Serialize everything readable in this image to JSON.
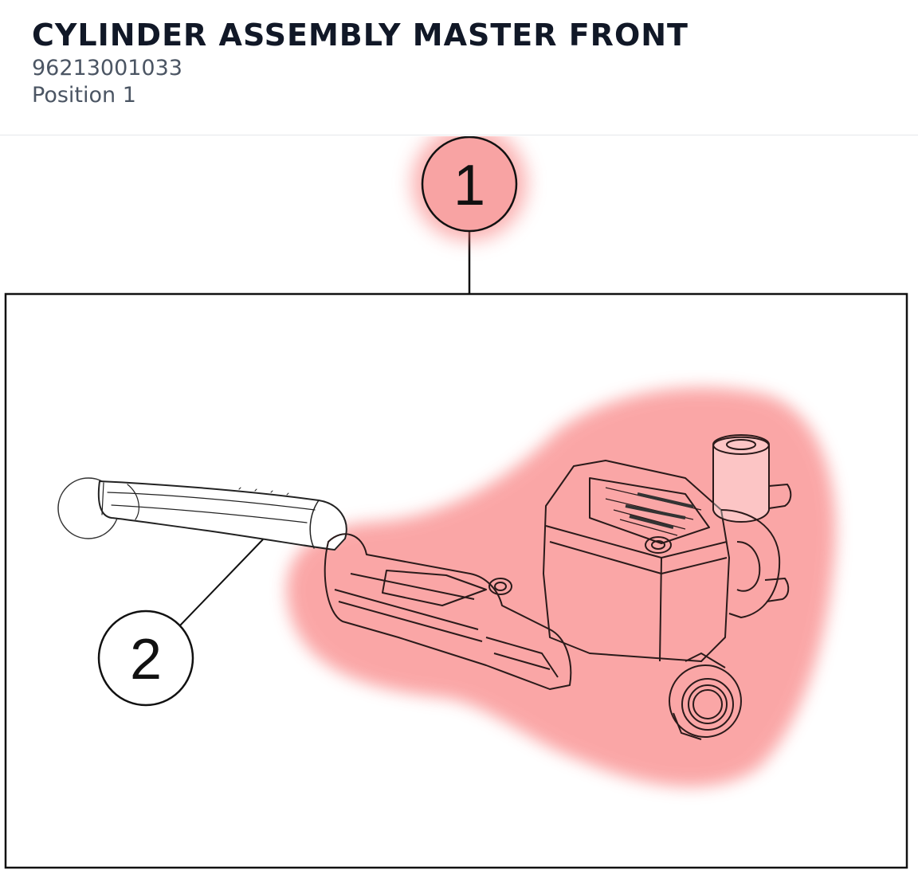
{
  "header": {
    "title": "CYLINDER ASSEMBLY MASTER FRONT",
    "part_number": "96213001033",
    "position": "Position 1"
  },
  "diagram": {
    "callouts": [
      {
        "label": "1",
        "highlighted": true
      },
      {
        "label": "2",
        "highlighted": false
      }
    ]
  },
  "colors": {
    "highlight": "#f87171",
    "line": "#111111",
    "title": "#111827",
    "subtitle": "#4b5563"
  }
}
